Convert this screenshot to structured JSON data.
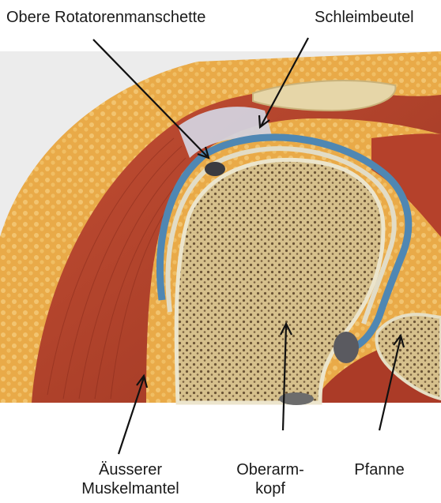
{
  "labels": {
    "top_left": "Obere Rotatorenmanschette",
    "top_right": "Schleimbeutel",
    "bottom_1_line1": "Äusserer",
    "bottom_1_line2": "Muskelmantel",
    "bottom_2_line1": "Oberarm-",
    "bottom_2_line2": "kopf",
    "bottom_3": "Pfanne"
  },
  "colors": {
    "background": "#ffffff",
    "wall": "#ededed",
    "fat": "#e8a94a",
    "muscle": "#b8432c",
    "muscle_dark": "#8f2f1f",
    "bone": "#d9c495",
    "bone_pores": "#6b5436",
    "cartilage": "#dcd7c0",
    "bursa_blue": "#5a8fb8",
    "tendon": "#cfcfd8",
    "arrow": "#111111"
  }
}
